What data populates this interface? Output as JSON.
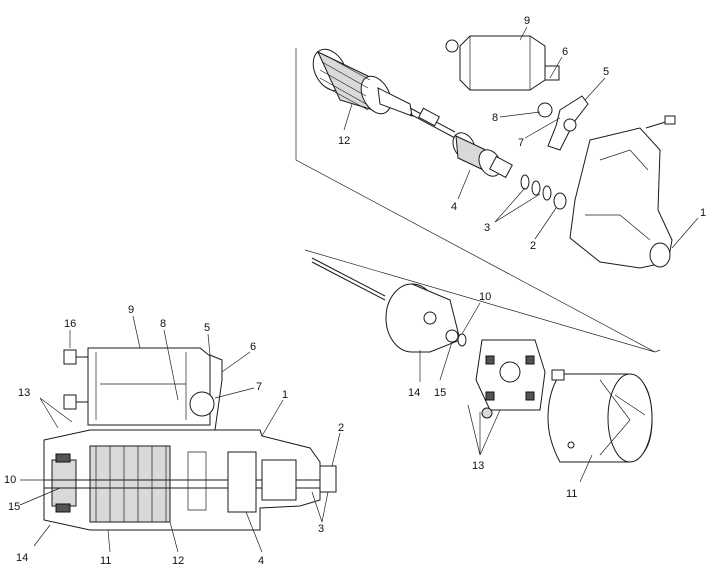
{
  "labels": {
    "exploded": [
      {
        "id": "e9",
        "text": "9"
      },
      {
        "id": "e6",
        "text": "6"
      },
      {
        "id": "e5",
        "text": "5"
      },
      {
        "id": "e8",
        "text": "8"
      },
      {
        "id": "e7",
        "text": "7"
      },
      {
        "id": "e12",
        "text": "12"
      },
      {
        "id": "e4",
        "text": "4"
      },
      {
        "id": "e3",
        "text": "3"
      },
      {
        "id": "e2",
        "text": "2"
      },
      {
        "id": "e1",
        "text": "1"
      },
      {
        "id": "e10",
        "text": "10"
      },
      {
        "id": "e14",
        "text": "14"
      },
      {
        "id": "e15",
        "text": "15"
      },
      {
        "id": "e13",
        "text": "13"
      },
      {
        "id": "e11",
        "text": "11"
      }
    ],
    "section": [
      {
        "id": "s16",
        "text": "16"
      },
      {
        "id": "s9",
        "text": "9"
      },
      {
        "id": "s8",
        "text": "8"
      },
      {
        "id": "s5",
        "text": "5"
      },
      {
        "id": "s6",
        "text": "6"
      },
      {
        "id": "s13",
        "text": "13"
      },
      {
        "id": "s7",
        "text": "7"
      },
      {
        "id": "s1",
        "text": "1"
      },
      {
        "id": "s2",
        "text": "2"
      },
      {
        "id": "s10",
        "text": "10"
      },
      {
        "id": "s15",
        "text": "15"
      },
      {
        "id": "s3",
        "text": "3"
      },
      {
        "id": "s14",
        "text": "14"
      },
      {
        "id": "s11",
        "text": "11"
      },
      {
        "id": "s12",
        "text": "12"
      },
      {
        "id": "s4",
        "text": "4"
      }
    ]
  }
}
